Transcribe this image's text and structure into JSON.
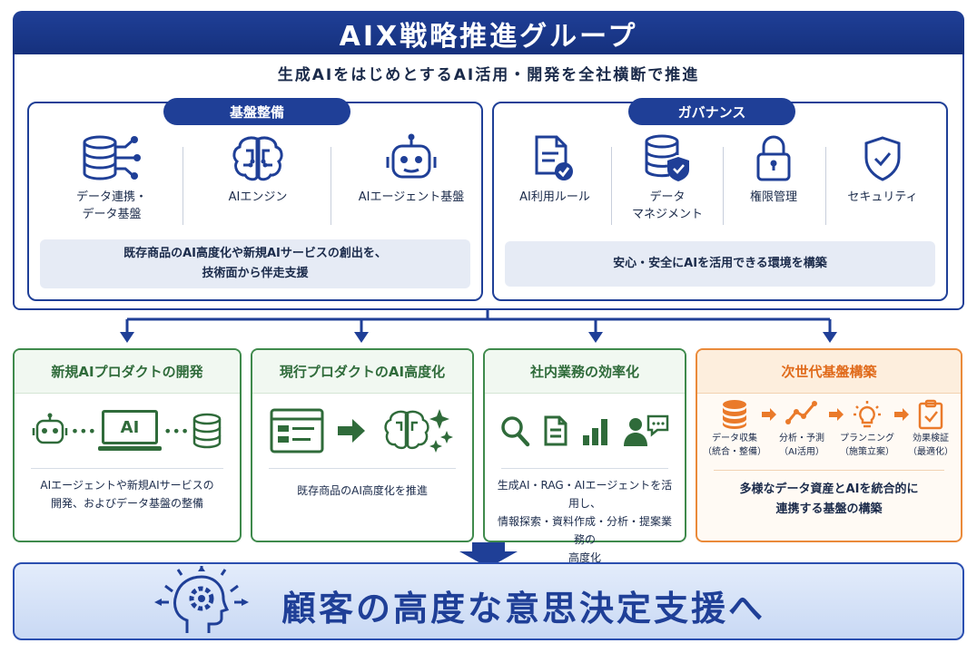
{
  "title": "AIX戦略推進グループ",
  "subtitle": "生成AIをはじめとするAI活用・開発を全社横断で推進",
  "left_panel": {
    "heading": "基盤整備",
    "items": [
      {
        "label_line1": "データ連携・",
        "label_line2": "データ基盤",
        "icon": "database-network-icon"
      },
      {
        "label_line1": "AIエンジン",
        "label_line2": "",
        "icon": "brain-circuit-icon"
      },
      {
        "label_line1": "AIエージェント基盤",
        "label_line2": "",
        "icon": "robot-icon"
      }
    ],
    "note_line1": "既存商品のAI高度化や新規AIサービスの創出を、",
    "note_line2": "技術面から伴走支援"
  },
  "right_panel": {
    "heading": "ガバナンス",
    "items": [
      {
        "label_line1": "AI利用ルール",
        "label_line2": "",
        "icon": "document-check-icon"
      },
      {
        "label_line1": "データ",
        "label_line2": "マネジメント",
        "icon": "database-shield-icon"
      },
      {
        "label_line1": "権限管理",
        "label_line2": "",
        "icon": "lock-icon"
      },
      {
        "label_line1": "セキュリティ",
        "label_line2": "",
        "icon": "shield-check-icon"
      }
    ],
    "note": "安心・安全にAIを活用できる環境を構築"
  },
  "cards": [
    {
      "title": "新規AIプロダクトの開発",
      "monitor_text": "AI",
      "desc_line1": "AIエージェントや新規AIサービスの",
      "desc_line2": "開発、およびデータ基盤の整備",
      "desc_line3": ""
    },
    {
      "title": "現行プロダクトのAI高度化",
      "desc_line1": "既存商品のAI高度化を推進",
      "desc_line2": "",
      "desc_line3": ""
    },
    {
      "title": "社内業務の効率化",
      "desc_line1": "生成AI・RAG・AIエージェントを活用し、",
      "desc_line2": "情報探索・資料作成・分析・提案業務の",
      "desc_line3": "高度化"
    },
    {
      "title": "次世代基盤構築",
      "steps": [
        {
          "line1": "データ収集",
          "line2": "（統合・整備）"
        },
        {
          "line1": "分析・予測",
          "line2": "（AI活用）"
        },
        {
          "line1": "プランニング",
          "line2": "（施策立案）"
        },
        {
          "line1": "効果検証",
          "line2": "（最適化）"
        }
      ],
      "desc_line1": "多様なデータ資産とAIを統合的に",
      "desc_line2": "連携する基盤の構築",
      "desc_line3": ""
    }
  ],
  "bottom_banner": "顧客の高度な意思決定支援へ",
  "colors": {
    "navy": "#1f3f97",
    "green": "#3f8a4c",
    "orange": "#ea8a3a"
  }
}
